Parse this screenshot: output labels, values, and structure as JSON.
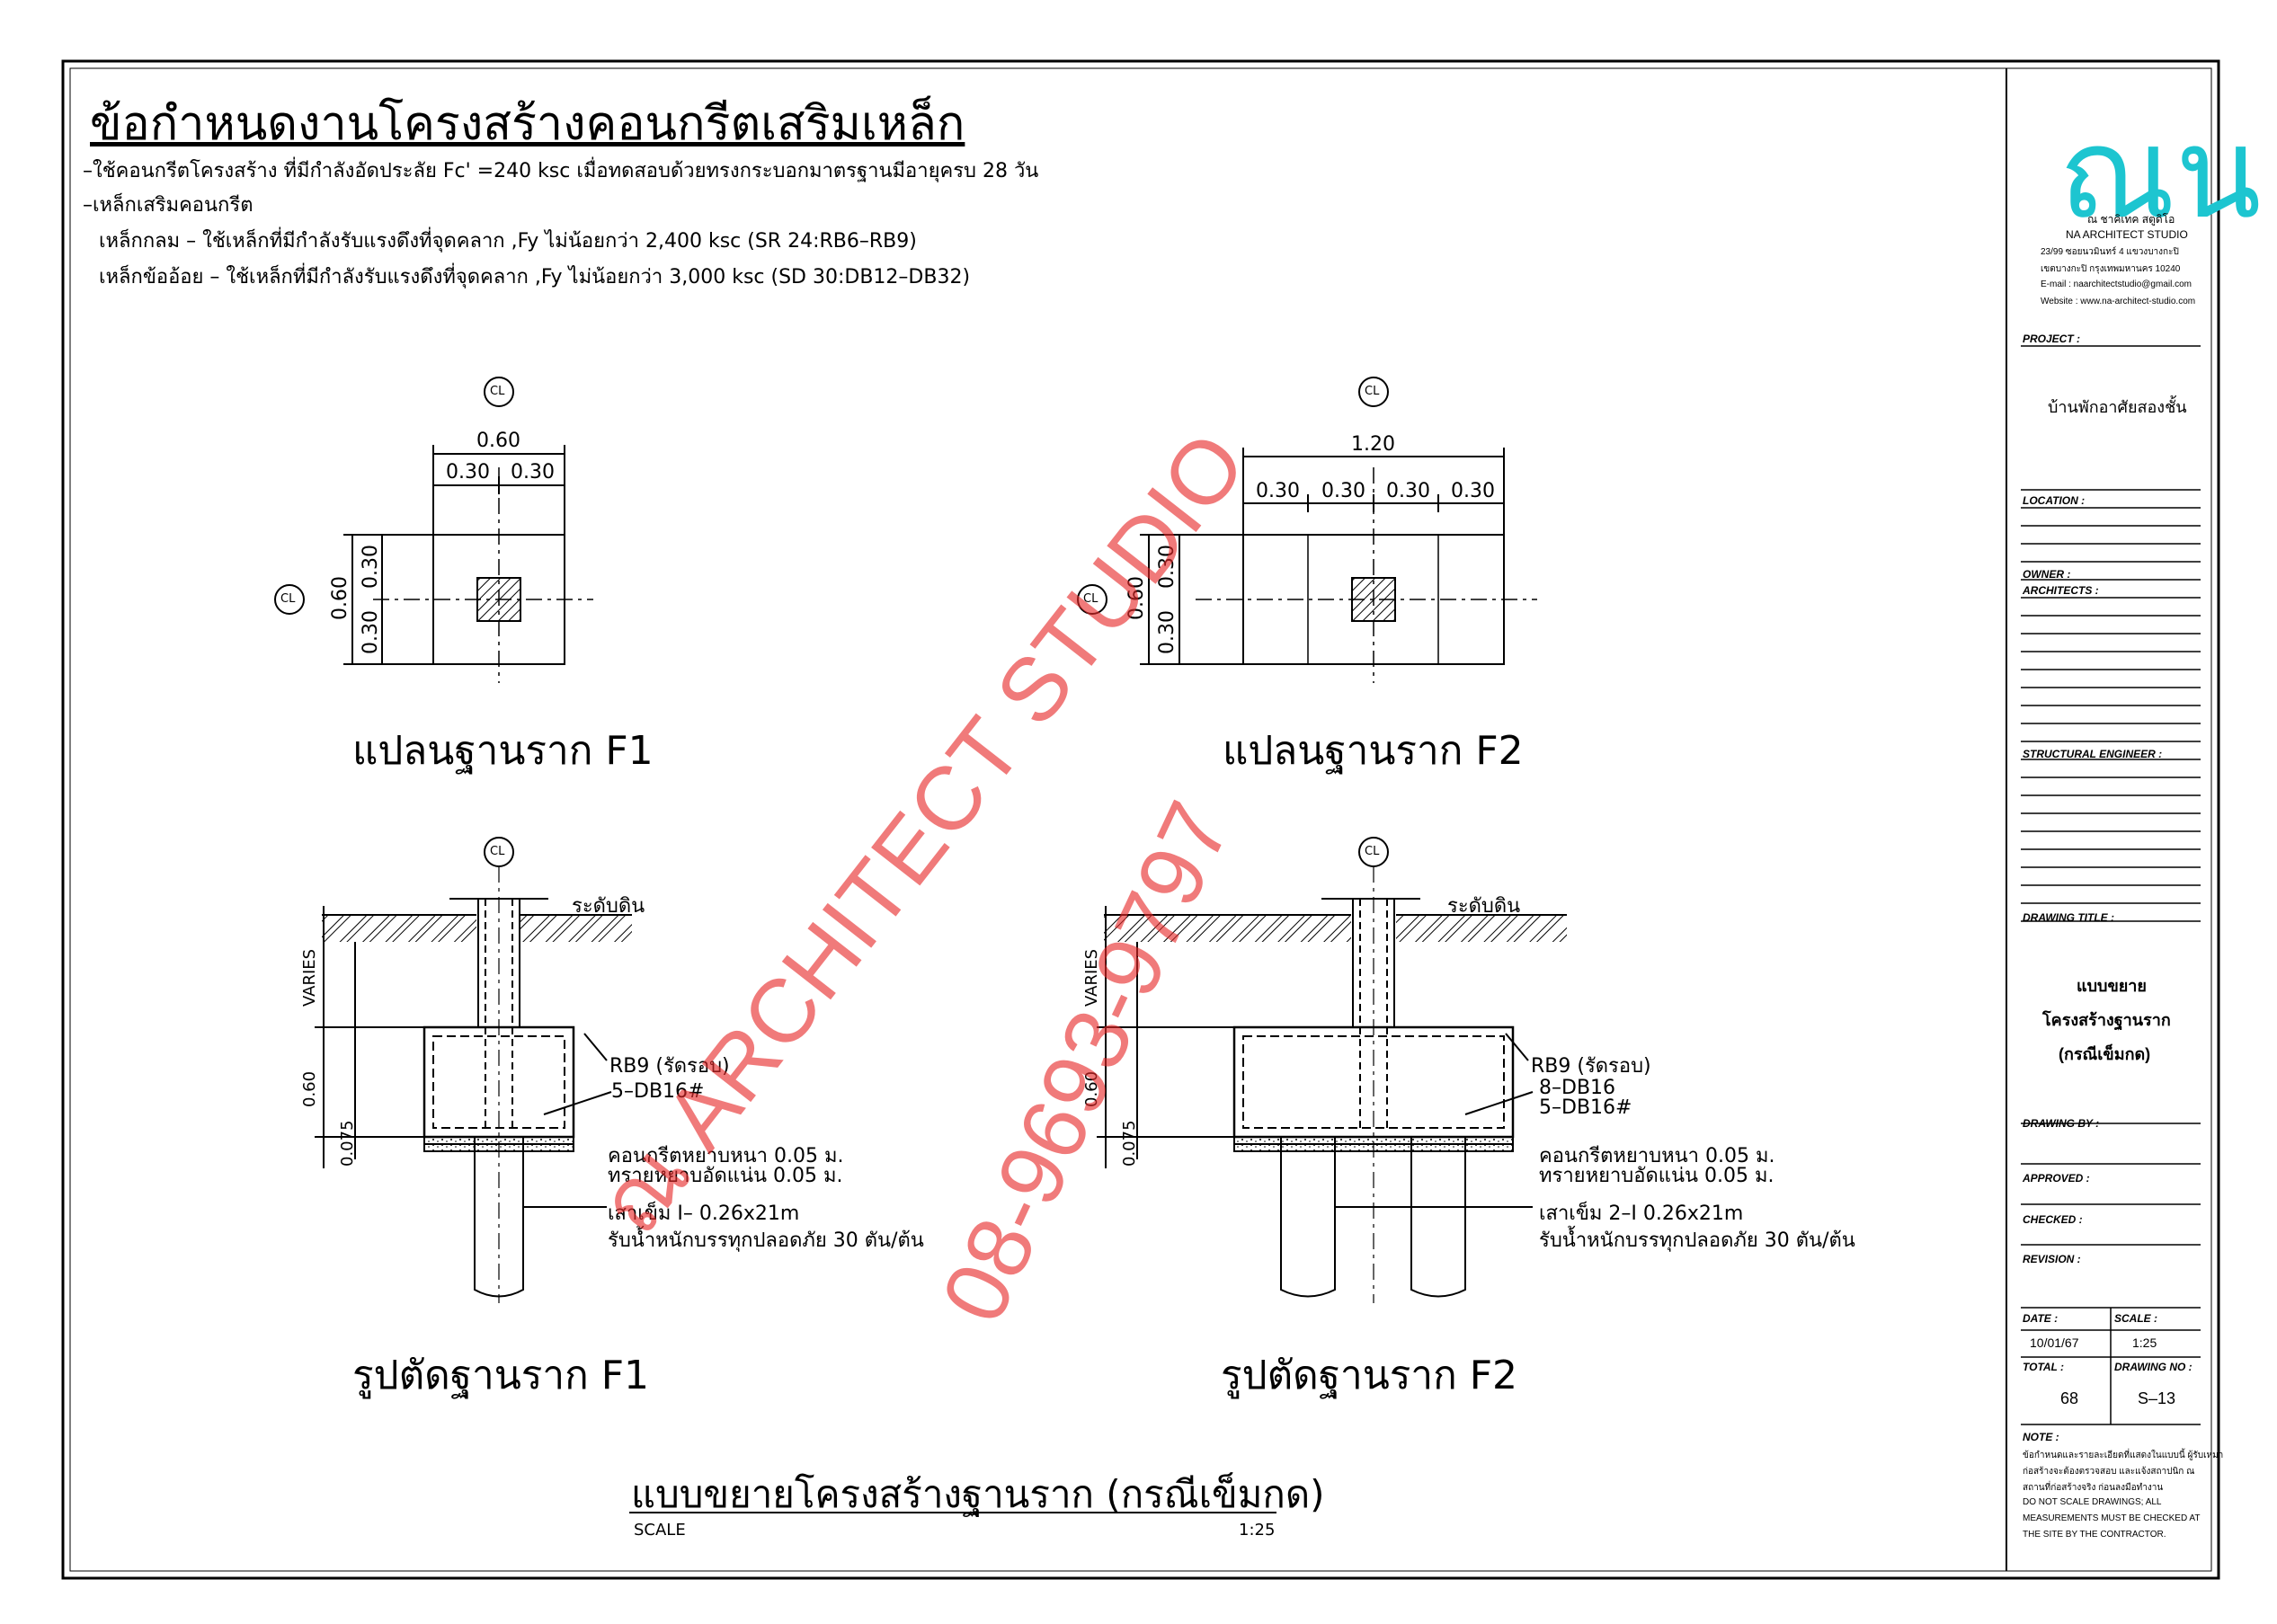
{
  "title": "ข้อกำหนดงานโครงสร้างคอนกรีตเสริมเหล็ก",
  "specs": [
    "–ใช้คอนกรีตโครงสร้าง  ที่มีกำลังอัดประลัย Fc' =240 ksc  เมื่อทดสอบด้วยทรงกระบอกมาตรฐานมีอายุครบ 28  วัน",
    "–เหล็กเสริมคอนกรีต",
    "เหล็กกลม   –  ใช้เหล็กที่มีกำลังรับแรงดึงที่จุดคลาก ,Fy  ไม่น้อยกว่า 2,400 ksc (SR 24:RB6–RB9)",
    "เหล็กข้ออ้อย  –  ใช้เหล็กที่มีกำลังรับแรงดึงที่จุดคลาก ,Fy  ไม่น้อยกว่า 3,000 ksc (SD 30:DB12–DB32)"
  ],
  "captions": {
    "plan_f1": "แปลนฐานราก F1",
    "plan_f2": "แปลนฐานราก F2",
    "section_f1": "รูปตัดฐานราก F1",
    "section_f2": "รูปตัดฐานราก F2"
  },
  "main_caption": "แบบขยายโครงสร้างฐานราก (กรณีเข็มกด)",
  "scale_label": "SCALE",
  "scale_value": "1:25",
  "cl": "CL",
  "plan_f1_dims": {
    "width": "0.60",
    "half_a": "0.30",
    "half_b": "0.30",
    "depth": "0.60",
    "depth_a": "0.30",
    "depth_b": "0.30"
  },
  "plan_f2_dims": {
    "width": "1.20",
    "q1": "0.30",
    "q2": "0.30",
    "q3": "0.30",
    "q4": "0.30",
    "depth": "0.60",
    "depth_a": "0.30",
    "depth_b": "0.30"
  },
  "section_f1": {
    "ground": "ระดับดิน",
    "varies": "VARIES",
    "thick": "0.60",
    "base": "0.075",
    "note1": "RB9 (รัดรอบ)",
    "note2": "5–DB16#",
    "note3": "คอนกรีตหยาบหนา 0.05  ม.",
    "note4": "ทรายหยาบอัดแน่น 0.05  ม.",
    "note5": "เสาเข็ม I–  0.26x21m",
    "note6": "รับน้ำหนักบรรทุกปลอดภัย 30  ตัน/ต้น"
  },
  "section_f2": {
    "ground": "ระดับดิน",
    "varies": "VARIES",
    "thick": "0.60",
    "base": "0.075",
    "note1": "RB9 (รัดรอบ)",
    "note2": "8–DB16",
    "note2b": "5–DB16#",
    "note3": "คอนกรีตหยาบหนา 0.05  ม.",
    "note4": "ทรายหยาบอัดแน่น 0.05  ม.",
    "note5": "เสาเข็ม 2–I  0.26x21m",
    "note6": "รับน้ำหนักบรรทุกปลอดภัย 30  ตัน/ต้น"
  },
  "watermark": {
    "line1": "ณ ARCHITECT STUDIO",
    "line2": "08-9693-9797"
  },
  "title_block": {
    "logo": "ณน",
    "studio_thai": "ณ ชาคิเทค สตูดิโอ",
    "studio_name": "NA ARCHITECT STUDIO",
    "address1": "23/99  ซอยนวมินทร์ 4 แขวงบางกะปิ",
    "address2": "เขตบางกะปิ  กรุงเทพมหานคร 10240",
    "email": "E-mail : naarchitectstudio@gmail.com",
    "website": "Website : www.na-architect-studio.com",
    "project_label": "PROJECT :",
    "project": "บ้านพักอาศัยสองชั้น",
    "location_label": "LOCATION :",
    "owner_label": "OWNER :",
    "architects_label": "ARCHITECTS :",
    "structural_label": "STRUCTURAL ENGINEER :",
    "drawing_title_label": "DRAWING TITLE :",
    "drawing_title_1": "แบบขยาย",
    "drawing_title_2": "โครงสร้างฐานราก",
    "drawing_title_3": "(กรณีเข็มกด)",
    "drawn_by_label": "DRAWING BY :",
    "approved_label": "APPROVED :",
    "checked_label": "CHECKED :",
    "revision_label": "REVISION :",
    "date_label": "DATE :",
    "date": "10/01/67",
    "scale_label": "SCALE :",
    "scale": "1:25",
    "total_label": "TOTAL :",
    "total": "68",
    "drawing_no_label": "DRAWING NO :",
    "drawing_no": "S–13",
    "note_label": "NOTE :",
    "note_lines": [
      "ข้อกำหนดและรายละเอียดที่แสดงในแบบนี้ ผู้รับเหมา",
      "ก่อสร้างจะต้องตรวจสอบ และแจ้งสถาปนิก ณ",
      "สถานที่ก่อสร้างจริง ก่อนลงมือทำงาน",
      "DO NOT SCALE DRAWINGS; ALL",
      "MEASUREMENTS MUST BE CHECKED AT",
      "THE SITE BY THE CONTRACTOR."
    ]
  }
}
